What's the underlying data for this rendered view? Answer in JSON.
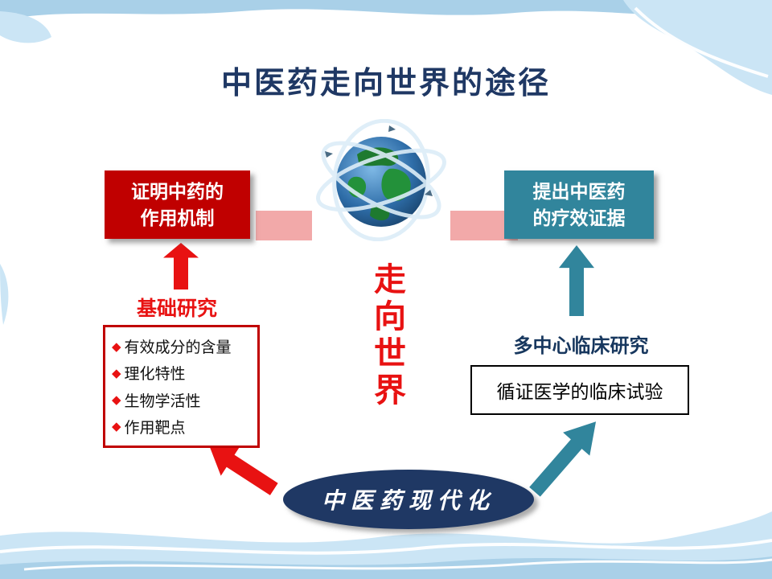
{
  "title": "中医药走向世界的途径",
  "mechanism_box": {
    "line1": "证明中药的",
    "line2": "作用机制"
  },
  "evidence_box": {
    "line1": "提出中医药",
    "line2": "的疗效证据"
  },
  "basic_research_label": "基础研究",
  "clinical_research_label": "多中心临床研究",
  "list": {
    "bullet": "◆",
    "items": [
      "有效成分的含量",
      "理化特性",
      "生物学活性",
      "作用靶点"
    ]
  },
  "center_vertical_text": "走向世界",
  "trial_box_label": "循证医学的临床试验",
  "ellipse_label": "中医药现代化",
  "colors": {
    "title_navy": "#1F3864",
    "box_red": "#C00000",
    "teal": "#31859C",
    "bright_red": "#E81212",
    "pink_bar": "#F2A9A9",
    "ellipse_navy": "#1F3864",
    "label_navy": "#17375E",
    "wave_light": "#CBE5F5",
    "wave_mid": "#A9D0E8"
  }
}
